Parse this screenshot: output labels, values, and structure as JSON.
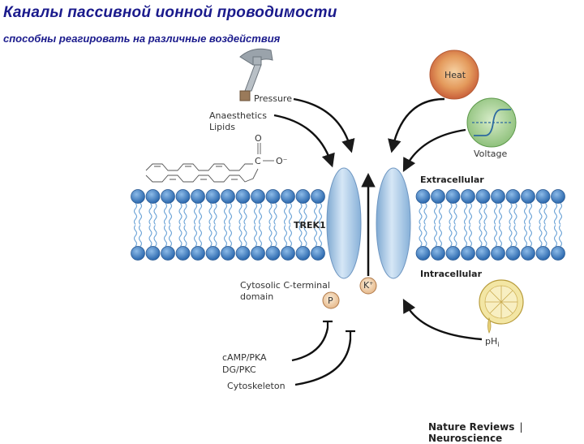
{
  "header": {
    "title": "Каналы пассивной  ионной проводимости",
    "subtitle": "способны реагировать на различные воздействия"
  },
  "stimuli": {
    "pressure": "Pressure",
    "anaesthetics": "Anaesthetics",
    "lipids": "Lipids",
    "heat": "Heat",
    "voltage": "Voltage",
    "ph": "pH",
    "ph_sub": "i"
  },
  "membrane": {
    "extracellular": "Extracellular",
    "intracellular": "Intracellular",
    "channel": "TREK1"
  },
  "channel_parts": {
    "ct_line1": "Cytosolic C-terminal",
    "ct_line2": "domain",
    "phospho": "P",
    "ion": "K",
    "ion_charge": "+"
  },
  "regulators": {
    "camp": "cAMP/PKA",
    "dg": "DG/PKC",
    "cytoskeleton": "Cytoskeleton"
  },
  "lipid_formula": {
    "o": "O",
    "c": "C",
    "o_minus": "O⁻"
  },
  "credit": {
    "journal": "Nature Reviews",
    "separator": "|",
    "section": "Neuroscience"
  },
  "colors": {
    "title": "#1a1a8c",
    "lipid_head": "#3d7fc4",
    "channel": "#a9cbe8",
    "heat": "#e29a5c",
    "voltage": "#a9d49b",
    "lemon": "#f4e6a0"
  }
}
